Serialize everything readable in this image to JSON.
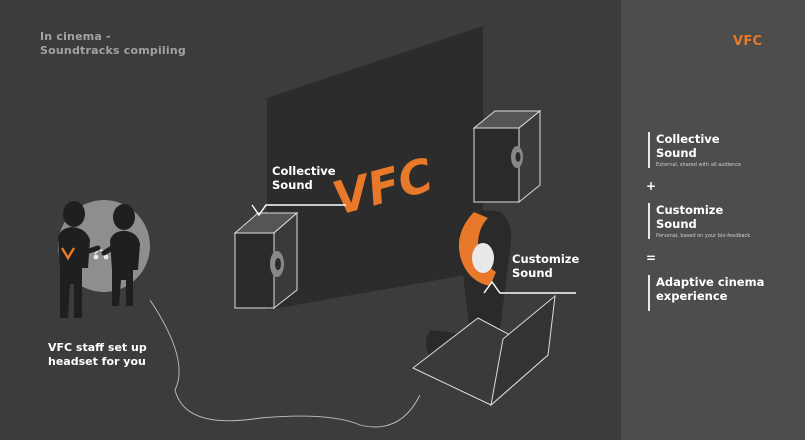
{
  "header": {
    "title_line1": "In cinema -",
    "title_line2": "Soundtracks compiling"
  },
  "brand": {
    "logo_text": "VFC"
  },
  "screen": {
    "logo_text": "VFC"
  },
  "staff": {
    "badge_letter": "V",
    "caption_line1": "VFC staff set up",
    "caption_line2": "headset for you"
  },
  "callouts": {
    "collective": {
      "line1": "Collective",
      "line2": "Sound"
    },
    "customize": {
      "line1": "Customize",
      "line2": "Sound"
    }
  },
  "legend": {
    "items": [
      {
        "line1": "Collective",
        "line2": "Sound",
        "subtitle": "External, shared with all audience"
      },
      {
        "line1": "Customize",
        "line2": "Sound",
        "subtitle": "Personal, based on your bio-feedback"
      },
      {
        "line1": "Adaptive cinema",
        "line2": "experience",
        "subtitle": ""
      }
    ],
    "operators": [
      "+",
      "="
    ]
  },
  "colors": {
    "background": "#3c3c3c",
    "panel": "#4d4d4d",
    "accent": "#e8782a",
    "title": "#a2a2a2",
    "dark": "#2c2c2c",
    "line": "#e9e9e9"
  }
}
